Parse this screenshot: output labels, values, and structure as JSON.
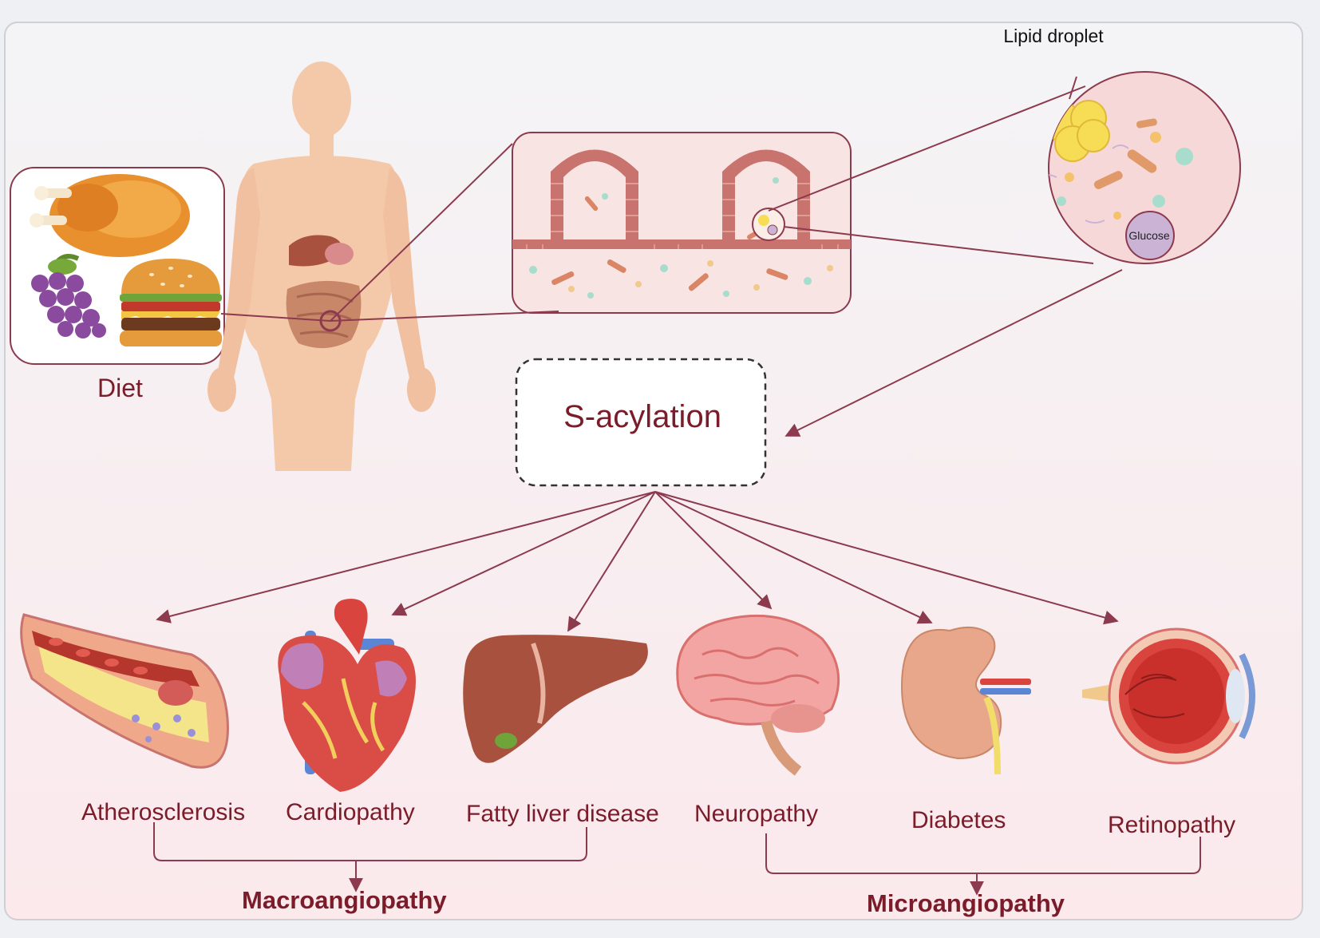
{
  "labels": {
    "diet": "Diet",
    "center": "S-acylation",
    "lipid_droplet": "Lipid droplet",
    "glucose": "Glucose"
  },
  "diseases": [
    "Atherosclerosis",
    "Cardiopathy",
    "Fatty liver disease",
    "Neuropathy",
    "Diabetes",
    "Retinopathy"
  ],
  "groups": {
    "macro": "Macroangiopathy",
    "micro": "Microangiopathy"
  },
  "colors": {
    "connector": "#8c3a4e",
    "label_text": "#7a1c2a",
    "panel_border": "#cfcfd4",
    "skin": "#f4c9a9",
    "gut_wall": "#c9736e",
    "lipid": "#f6dd55",
    "glucose": "#cbb3d6"
  },
  "icons": {
    "food": "food-icon",
    "body": "human-body-icon",
    "intestine": "intestinal-villi-icon",
    "magnifier": "magnified-cell-icon",
    "artery": "artery-plaque-icon",
    "heart": "heart-icon",
    "liver": "liver-icon",
    "brain": "brain-icon",
    "kidney": "kidney-icon",
    "eye": "eye-icon"
  }
}
